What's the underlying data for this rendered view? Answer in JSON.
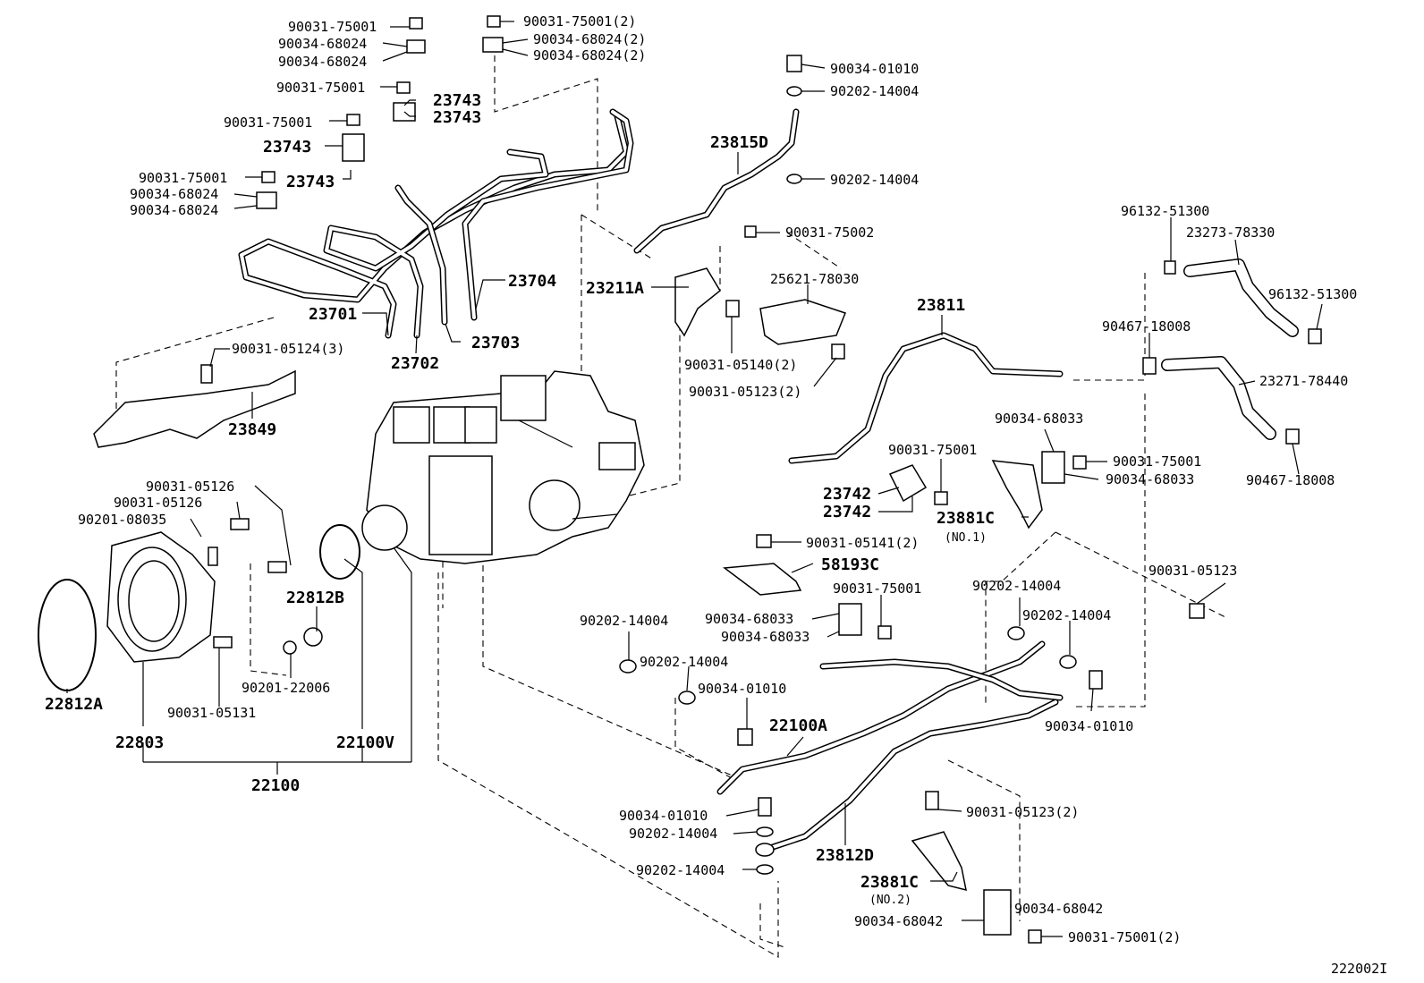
{
  "diagram_id": "222002I",
  "labels": {
    "p90031_75001_a": "90031-75001",
    "p90034_68024_a": "90034-68024",
    "p90034_68024_b": "90034-68024",
    "p90031_75001_b": "90031-75001",
    "p23743_a": "23743",
    "p23743_b": "23743",
    "p90031_75001_c": "90031-75001",
    "p23743_c": "23743",
    "p90031_75001_d": "90031-75001",
    "p23743_d": "23743",
    "p90034_68024_c": "90034-68024",
    "p90034_68024_d": "90034-68024",
    "p90031_75001_2": "90031-75001(2)",
    "p90034_68024_2a": "90034-68024(2)",
    "p90034_68024_2b": "90034-68024(2)",
    "p23704": "23704",
    "p23701": "23701",
    "p23702": "23702",
    "p23703": "23703",
    "p90031_05124": "90031-05124(3)",
    "p23849": "23849",
    "p90034_01010_a": "90034-01010",
    "p90202_14004_a": "90202-14004",
    "p23815d": "23815D",
    "p90202_14004_b": "90202-14004",
    "p90031_75002": "90031-75002",
    "p25621": "25621-78030",
    "p23211a": "23211A",
    "p90031_05140": "90031-05140(2)",
    "p90031_05123_2a": "90031-05123(2)",
    "p96132_a": "96132-51300",
    "p23273": "23273-78330",
    "p96132_b": "96132-51300",
    "p23811": "23811",
    "p90467_a": "90467-18008",
    "p23271": "23271-78440",
    "p90034_68033_a": "90034-68033",
    "p90031_75001_e": "90031-75001",
    "p90031_75001_f": "90031-75001",
    "p90034_68033_b": "90034-68033",
    "p90467_b": "90467-18008",
    "p23742_a": "23742",
    "p23742_b": "23742",
    "p23881c_1": "23881C",
    "no1": "(NO.1)",
    "p90031_05141": "90031-05141(2)",
    "p58193c": "58193C",
    "p90031_05123": "90031-05123",
    "p90031_05126_a": "90031-05126",
    "p90031_05126_b": "90031-05126",
    "p90201_08035": "90201-08035",
    "p22812b": "22812B",
    "p90202_14004_c": "90202-14004",
    "p90202_14004_d": "90202-14004",
    "p90031_75001_g": "90031-75001",
    "p90034_68033_c": "90034-68033",
    "p90034_68033_d": "90034-68033",
    "p90202_14004_e": "90202-14004",
    "p90202_14004_f": "90202-14004",
    "p90034_01010_b": "90034-01010",
    "p90034_01010_c": "90034-01010",
    "p90201_22006": "90201-22006",
    "p90031_05131": "90031-05131",
    "p22812a": "22812A",
    "p22803": "22803",
    "p22100v": "22100V",
    "p22100": "22100",
    "p22100a": "22100A",
    "p90034_01010_d": "90034-01010",
    "p90202_14004_g": "90202-14004",
    "p90202_14004_h": "90202-14004",
    "p23812d": "23812D",
    "p90031_05123_2b": "90031-05123(2)",
    "p23881c_2": "23881C",
    "no2": "(NO.2)",
    "p90034_68042_a": "90034-68042",
    "p90034_68042_b": "90034-68042",
    "p90031_75001_2b": "90031-75001(2)"
  }
}
